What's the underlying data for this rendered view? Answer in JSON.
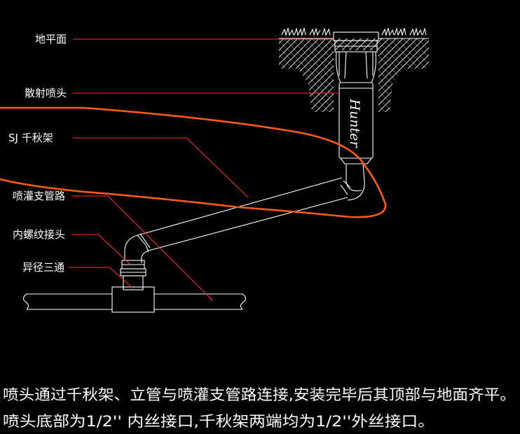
{
  "labels": {
    "ground": "地平面",
    "sprinkler": "散射喷头",
    "swing_joint": "SJ 千秋架",
    "lateral_pipe": "喷灌支管路",
    "female_thread_adapter": "内螺纹接头",
    "reducing_tee": "异径三通"
  },
  "brand": "Hunter",
  "notes": {
    "line1": "喷头通过千秋架、立管与喷灌支管路连接,安装完毕后其顶部与地面齐平。",
    "line2": "喷头底部为1/2'' 内丝接口,千秋架两端均为1/2''外丝接口。"
  },
  "colors": {
    "background": "#000000",
    "lines": "#ffffff",
    "leaders": "#ff2a2a",
    "outline_curve": "#ff5a14"
  }
}
